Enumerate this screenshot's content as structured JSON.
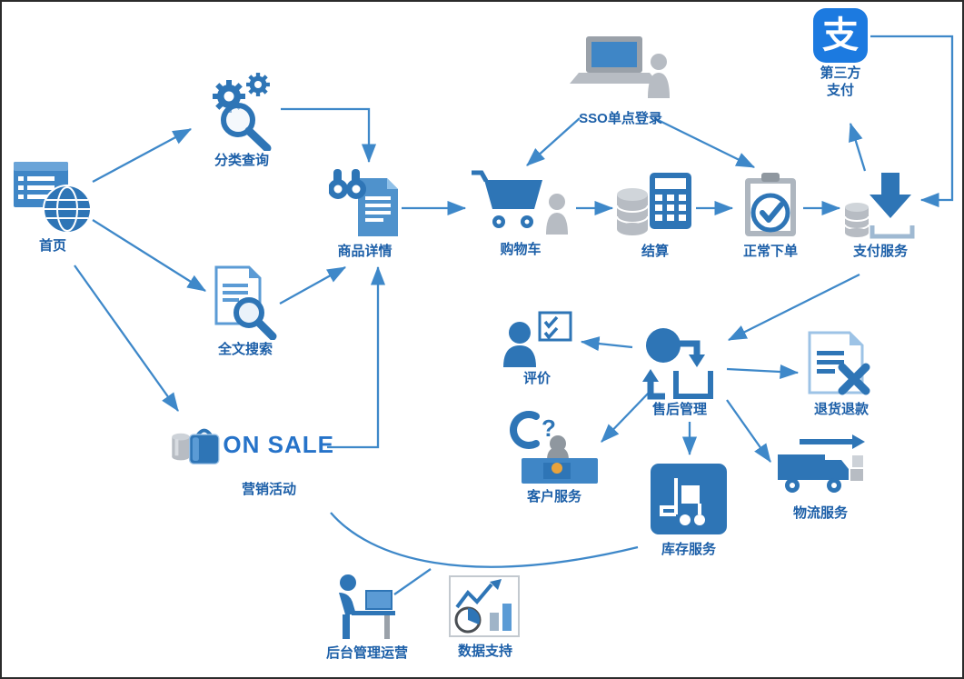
{
  "diagram": {
    "nodes": {
      "home": {
        "label": "首页"
      },
      "category": {
        "label": "分类查询"
      },
      "fulltext": {
        "label": "全文搜索"
      },
      "marketing": {
        "label": "营销活动",
        "badge": "ON SALE"
      },
      "detail": {
        "label": "商品详情"
      },
      "cart": {
        "label": "购物车"
      },
      "checkout": {
        "label": "结算"
      },
      "order": {
        "label": "正常下单"
      },
      "payment": {
        "label": "支付服务"
      },
      "thirdparty": {
        "label_line1": "第三方",
        "label_line2": "支付",
        "logo_char": "支"
      },
      "sso": {
        "label": "SSO单点登录"
      },
      "review": {
        "label": "评价"
      },
      "aftersales": {
        "label": "售后管理"
      },
      "refund": {
        "label": "退货退款"
      },
      "service": {
        "label": "客户服务",
        "q_mark": "?"
      },
      "inventory": {
        "label": "库存服务"
      },
      "logistics": {
        "label": "物流服务"
      },
      "backend": {
        "label": "后台管理运营"
      },
      "data": {
        "label": "数据支持"
      }
    },
    "edges": [
      {
        "from": "首页",
        "to": "分类查询"
      },
      {
        "from": "首页",
        "to": "全文搜索"
      },
      {
        "from": "首页",
        "to": "营销活动"
      },
      {
        "from": "分类查询",
        "to": "商品详情"
      },
      {
        "from": "全文搜索",
        "to": "商品详情"
      },
      {
        "from": "营销活动",
        "to": "商品详情"
      },
      {
        "from": "商品详情",
        "to": "购物车"
      },
      {
        "from": "购物车",
        "to": "结算"
      },
      {
        "from": "结算",
        "to": "正常下单"
      },
      {
        "from": "正常下单",
        "to": "支付服务"
      },
      {
        "from": "SSO单点登录",
        "to": "购物车"
      },
      {
        "from": "SSO单点登录",
        "to": "正常下单"
      },
      {
        "from": "支付服务",
        "to": "第三方支付"
      },
      {
        "from": "第三方支付",
        "to": "支付服务"
      },
      {
        "from": "支付服务",
        "to": "售后管理"
      },
      {
        "from": "售后管理",
        "to": "评价"
      },
      {
        "from": "售后管理",
        "to": "退货退款"
      },
      {
        "from": "售后管理",
        "to": "客户服务"
      },
      {
        "from": "售后管理",
        "to": "库存服务"
      },
      {
        "from": "售后管理",
        "to": "物流服务"
      },
      {
        "from": "营销活动",
        "to": "库存服务",
        "style": "curve"
      }
    ],
    "colors": {
      "primary": "#2e75b6",
      "light": "#5b9bd5",
      "gray": "#b7bcc3",
      "arrow": "#3e88c9",
      "label": "#1c5fa8",
      "alipay": "#1c7ae0",
      "badge_orange": "#e8a33d"
    }
  }
}
